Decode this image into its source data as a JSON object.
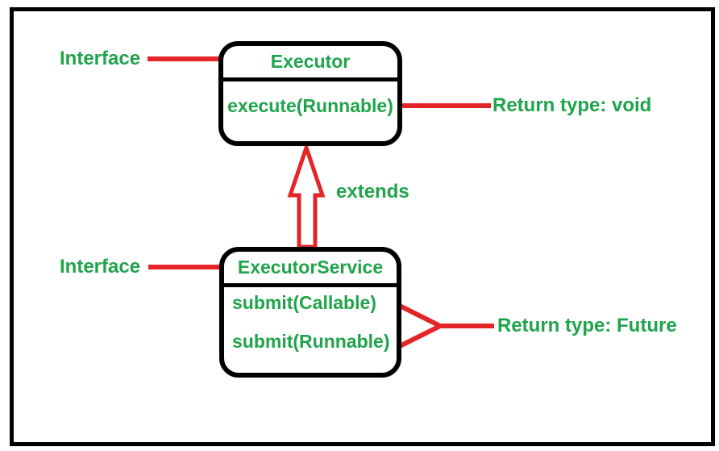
{
  "colors": {
    "accent_green": "#1fa44b",
    "accent_red": "#e42527",
    "border_black": "#000000",
    "background_white": "#ffffff"
  },
  "diagram": {
    "type": "uml-interface-hierarchy",
    "nodes": [
      {
        "title": "Executor",
        "stereotype_label": "Interface",
        "methods": [
          "execute(Runnable)"
        ]
      },
      {
        "title": "ExecutorService",
        "stereotype_label": "Interface",
        "methods": [
          "submit(Callable)",
          "submit(Runnable)"
        ]
      }
    ],
    "relationship_label": "extends",
    "callouts": [
      {
        "text": "Return type: void",
        "target": "execute(Runnable)"
      },
      {
        "text": "Return type: Future",
        "target": "submit(Callable), submit(Runnable)"
      }
    ]
  }
}
